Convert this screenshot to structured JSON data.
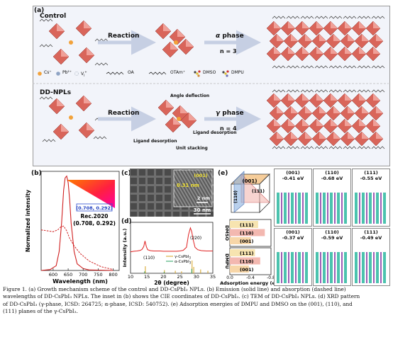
{
  "panel_a": {
    "letter": "(a)",
    "control_title": "Control",
    "control_reaction": "Reaction",
    "control_phase_greek": "α",
    "control_phase_word": "phase",
    "control_n": "n = 3",
    "dd_title": "DD-NPLs",
    "dd_reaction": "Reaction",
    "dd_phase_greek": "γ",
    "dd_phase_word": "phase",
    "dd_n": "n = 4",
    "angle_deflection": "Angle deflection",
    "ligand_desorption_left": "Ligand desorption",
    "ligand_desorption_right": "Ligand desorption",
    "unit_stacking": "Unit stacking",
    "legend": [
      {
        "label": "Cs⁺",
        "color": "#f2a23a",
        "icon": "sphere-icon"
      },
      {
        "label": "Pb²⁺",
        "color": "#8ea3c4",
        "icon": "sphere-icon"
      },
      {
        "label": "V",
        "color": "#b7bfcb",
        "icon": "vacancy-icon"
      },
      {
        "label": "OA",
        "color": "#333333",
        "icon": "chain-icon"
      },
      {
        "label": "OTAm⁺",
        "color": "#333333",
        "icon": "chain-icon"
      },
      {
        "label": "DMSO",
        "color": "#d08a3a",
        "icon": "molecule-icon"
      },
      {
        "label": "DMPU",
        "color": "#6b6fb5",
        "icon": "molecule-icon"
      }
    ],
    "legend_vacancy_sup": "I",
    "legend_vacancy_sub": "+"
  },
  "panel_b": {
    "letter": "(b)",
    "ylabel": "Normalized intensity",
    "xlabel": "Wavelength (nm)",
    "xticks": [
      "600",
      "650",
      "700",
      "750",
      "800"
    ],
    "cie_point": "(0.708, 0.292)",
    "rec_label": "Rec.2020",
    "rec_coords": "(0.708, 0.292)"
  },
  "panel_c": {
    "letter": "(c)",
    "plane": "(001)",
    "spacing": "0.31 nm",
    "scale_small": "2 nm",
    "scale_big": "30 nm"
  },
  "panel_d": {
    "letter": "(d)",
    "ylabel": "Intensity (a.u.)",
    "xlabel": "2θ (degree)",
    "xticks": [
      "10",
      "15",
      "20",
      "25",
      "30",
      "35"
    ],
    "peak_110": "(110)",
    "peak_220": "(220)",
    "legend_gamma": "γ-CsPbI",
    "legend_alpha": "α-CsPbI",
    "legend_sub": "3"
  },
  "panel_e": {
    "letter": "(e)",
    "cube_planes": [
      "(001)",
      "(111)",
      "(110)"
    ],
    "dmso": "DMSO",
    "dmpu": "DMPU",
    "bars_dmso": [
      "(111)",
      "(110)",
      "(001)"
    ],
    "bars_dmpu": [
      "(111)",
      "(110)",
      "(001)"
    ],
    "xlabel": "Adsorption energy (eV)",
    "xticks": [
      "0.0",
      "-0.4",
      "-0.8"
    ],
    "dmso_cols": [
      {
        "plane": "(001)",
        "energy": "-0.41 eV"
      },
      {
        "plane": "(110)",
        "energy": "-0.68 eV"
      },
      {
        "plane": "(111)",
        "energy": "-0.55 eV"
      }
    ],
    "dmpu_cols": [
      {
        "plane": "(001)",
        "energy": "-0.37 eV"
      },
      {
        "plane": "(110)",
        "energy": "-0.59 eV"
      },
      {
        "plane": "(111)",
        "energy": "-0.49 eV"
      }
    ]
  },
  "caption": [
    "Figure 1. (a) Growth mechanism scheme of the control and DD-CsPbI₃ NPLs. (b) Emission (solid line) and absorption (dashed line)",
    "wavelengths of DD-CsPbI₃ NPLs. The inset in (b) shows the CIE coordinates of DD-CsPbI₃. (c) TEM of DD-CsPbI₃ NPLs. (d) XRD pattern",
    "of DD-CsPbI₃ (γ-phase, ICSD: 264725; α-phase, ICSD: 540752). (e) Adsorption energies of DMPU and DMSO on the (001), (110), and",
    "(111) planes of the γ-CsPbI₃."
  ],
  "chart_data": [
    {
      "type": "line",
      "panel": "(b)",
      "xlabel": "Wavelength (nm)",
      "ylabel": "Normalized intensity",
      "xlim": [
        560,
        820
      ],
      "ylim": [
        0,
        1.05
      ],
      "series": [
        {
          "style": "solid",
          "x": [
            560,
            590,
            610,
            620,
            628,
            635,
            640,
            645,
            650,
            655,
            660,
            670,
            680,
            700,
            720,
            800
          ],
          "y": [
            0,
            0.01,
            0.05,
            0.2,
            0.5,
            0.85,
            0.98,
            1.0,
            0.93,
            0.75,
            0.5,
            0.2,
            0.07,
            0.02,
            0.005,
            0
          ]
        },
        {
          "style": "dashed",
          "x": [
            560,
            580,
            600,
            615,
            625,
            635,
            645,
            655,
            670,
            690,
            720,
            760,
            800
          ],
          "y": [
            0.43,
            0.42,
            0.41,
            0.43,
            0.46,
            0.47,
            0.42,
            0.34,
            0.26,
            0.18,
            0.1,
            0.04,
            0.01
          ]
        }
      ]
    },
    {
      "type": "line",
      "panel": "(d)",
      "xlabel": "2θ (degree)",
      "ylabel": "Intensity (a.u.)",
      "xlim": [
        10,
        35
      ],
      "series": [
        {
          "style": "measured",
          "x": [
            10,
            11,
            12,
            13,
            13.5,
            14,
            14.4,
            14.8,
            15.2,
            16,
            17,
            18,
            19,
            20,
            21,
            22,
            23,
            24,
            25,
            26,
            27,
            27.6,
            28.2,
            28.6,
            29,
            29.6,
            30.4,
            31.5,
            33,
            35
          ],
          "y": [
            0.05,
            0.07,
            0.08,
            0.1,
            0.13,
            0.22,
            0.4,
            0.22,
            0.12,
            0.09,
            0.08,
            0.08,
            0.08,
            0.07,
            0.07,
            0.07,
            0.07,
            0.07,
            0.08,
            0.1,
            0.2,
            0.6,
            0.82,
            0.7,
            0.45,
            0.2,
            0.12,
            0.09,
            0.08,
            0.08
          ]
        },
        {
          "name": "γ-CsPbI3",
          "type": "stick",
          "x": [
            14.5,
            20.3,
            23.6,
            25.5,
            28.7,
            29.2,
            31.3,
            33.5
          ],
          "y": [
            0.55,
            0.25,
            0.2,
            0.15,
            1.0,
            0.5,
            0.3,
            0.2
          ]
        },
        {
          "name": "α-CsPbI3",
          "type": "stick",
          "x": [
            14.3,
            20.2,
            28.6
          ],
          "y": [
            0.15,
            0.1,
            0.35
          ]
        }
      ]
    },
    {
      "type": "bar",
      "panel": "(e)",
      "xlabel": "Adsorption energy (eV)",
      "groups": [
        {
          "name": "DMSO",
          "categories": [
            "(111)",
            "(110)",
            "(001)"
          ],
          "values": [
            -0.55,
            -0.68,
            -0.41
          ]
        },
        {
          "name": "DMPU",
          "categories": [
            "(111)",
            "(110)",
            "(001)"
          ],
          "values": [
            -0.49,
            -0.59,
            -0.37
          ]
        }
      ],
      "xlim": [
        0,
        -0.8
      ]
    }
  ]
}
